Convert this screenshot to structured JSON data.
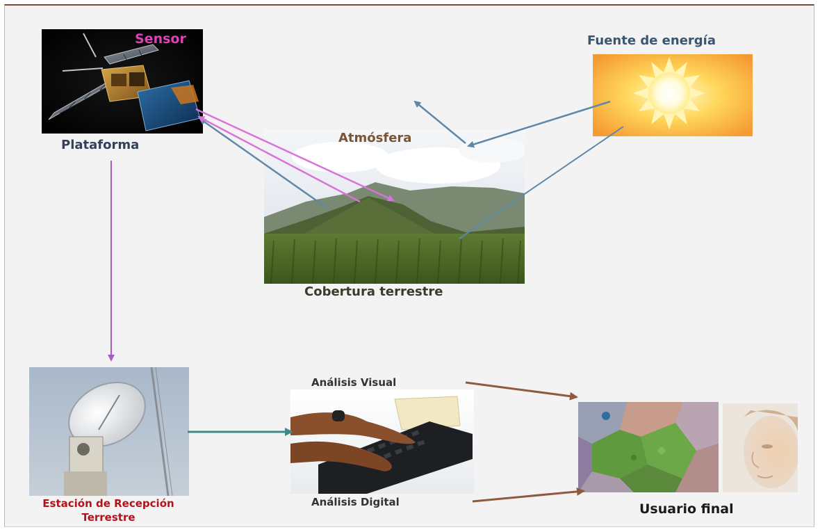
{
  "labels": {
    "sensor": "Sensor",
    "plataforma": "Plataforma",
    "fuente": "Fuente de energía",
    "atmosfera": "Atmósfera",
    "cobertura": "Cobertura terrestre",
    "estacion_line1": "Estación de Recepción",
    "estacion_line2": "Terrestre",
    "analisis_visual": "Análisis Visual",
    "analisis_digital": "Análisis Digital",
    "usuario": "Usuario final"
  },
  "images": {
    "satellite": "satellite-image",
    "sun": "sun-image",
    "landscape": "mountain-landscape-image",
    "antenna": "satellite-dish-antenna-image",
    "computer": "typing-on-laptop-image",
    "satellite_map": "satellite-map-image",
    "user_face": "user-face-image"
  },
  "colors": {
    "frame_border_top": "#7a4a3a",
    "sensor_text": "#e040b8",
    "plataforma_text": "#34405a",
    "fuente_text": "#3a5670",
    "atmosfera_text": "#7a5535",
    "cobertura_text": "#3b3b2b",
    "estacion_text": "#b4121a",
    "analisis_text": "#333333",
    "usuario_text": "#1a1a1a",
    "arrow_blue": "#5f87a8",
    "arrow_pink": "#d873d8",
    "arrow_purple": "#a65ac4",
    "arrow_teal": "#3e8a86",
    "arrow_brown": "#8f5a3e"
  }
}
